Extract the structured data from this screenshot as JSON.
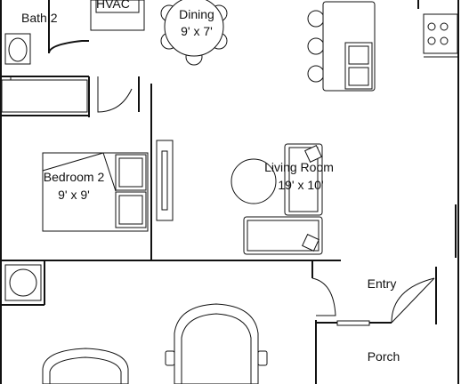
{
  "rooms": {
    "bath2": {
      "name": "Bath 2"
    },
    "hvac": {
      "name": "HVAC"
    },
    "dining": {
      "name": "Dining",
      "size": "9' x 7'"
    },
    "bedroom2": {
      "name": "Bedroom 2",
      "size": "9' x 9'"
    },
    "living": {
      "name": "Living Room",
      "size": "19' x 10'"
    },
    "entry": {
      "name": "Entry"
    },
    "porch": {
      "name": "Porch"
    }
  }
}
